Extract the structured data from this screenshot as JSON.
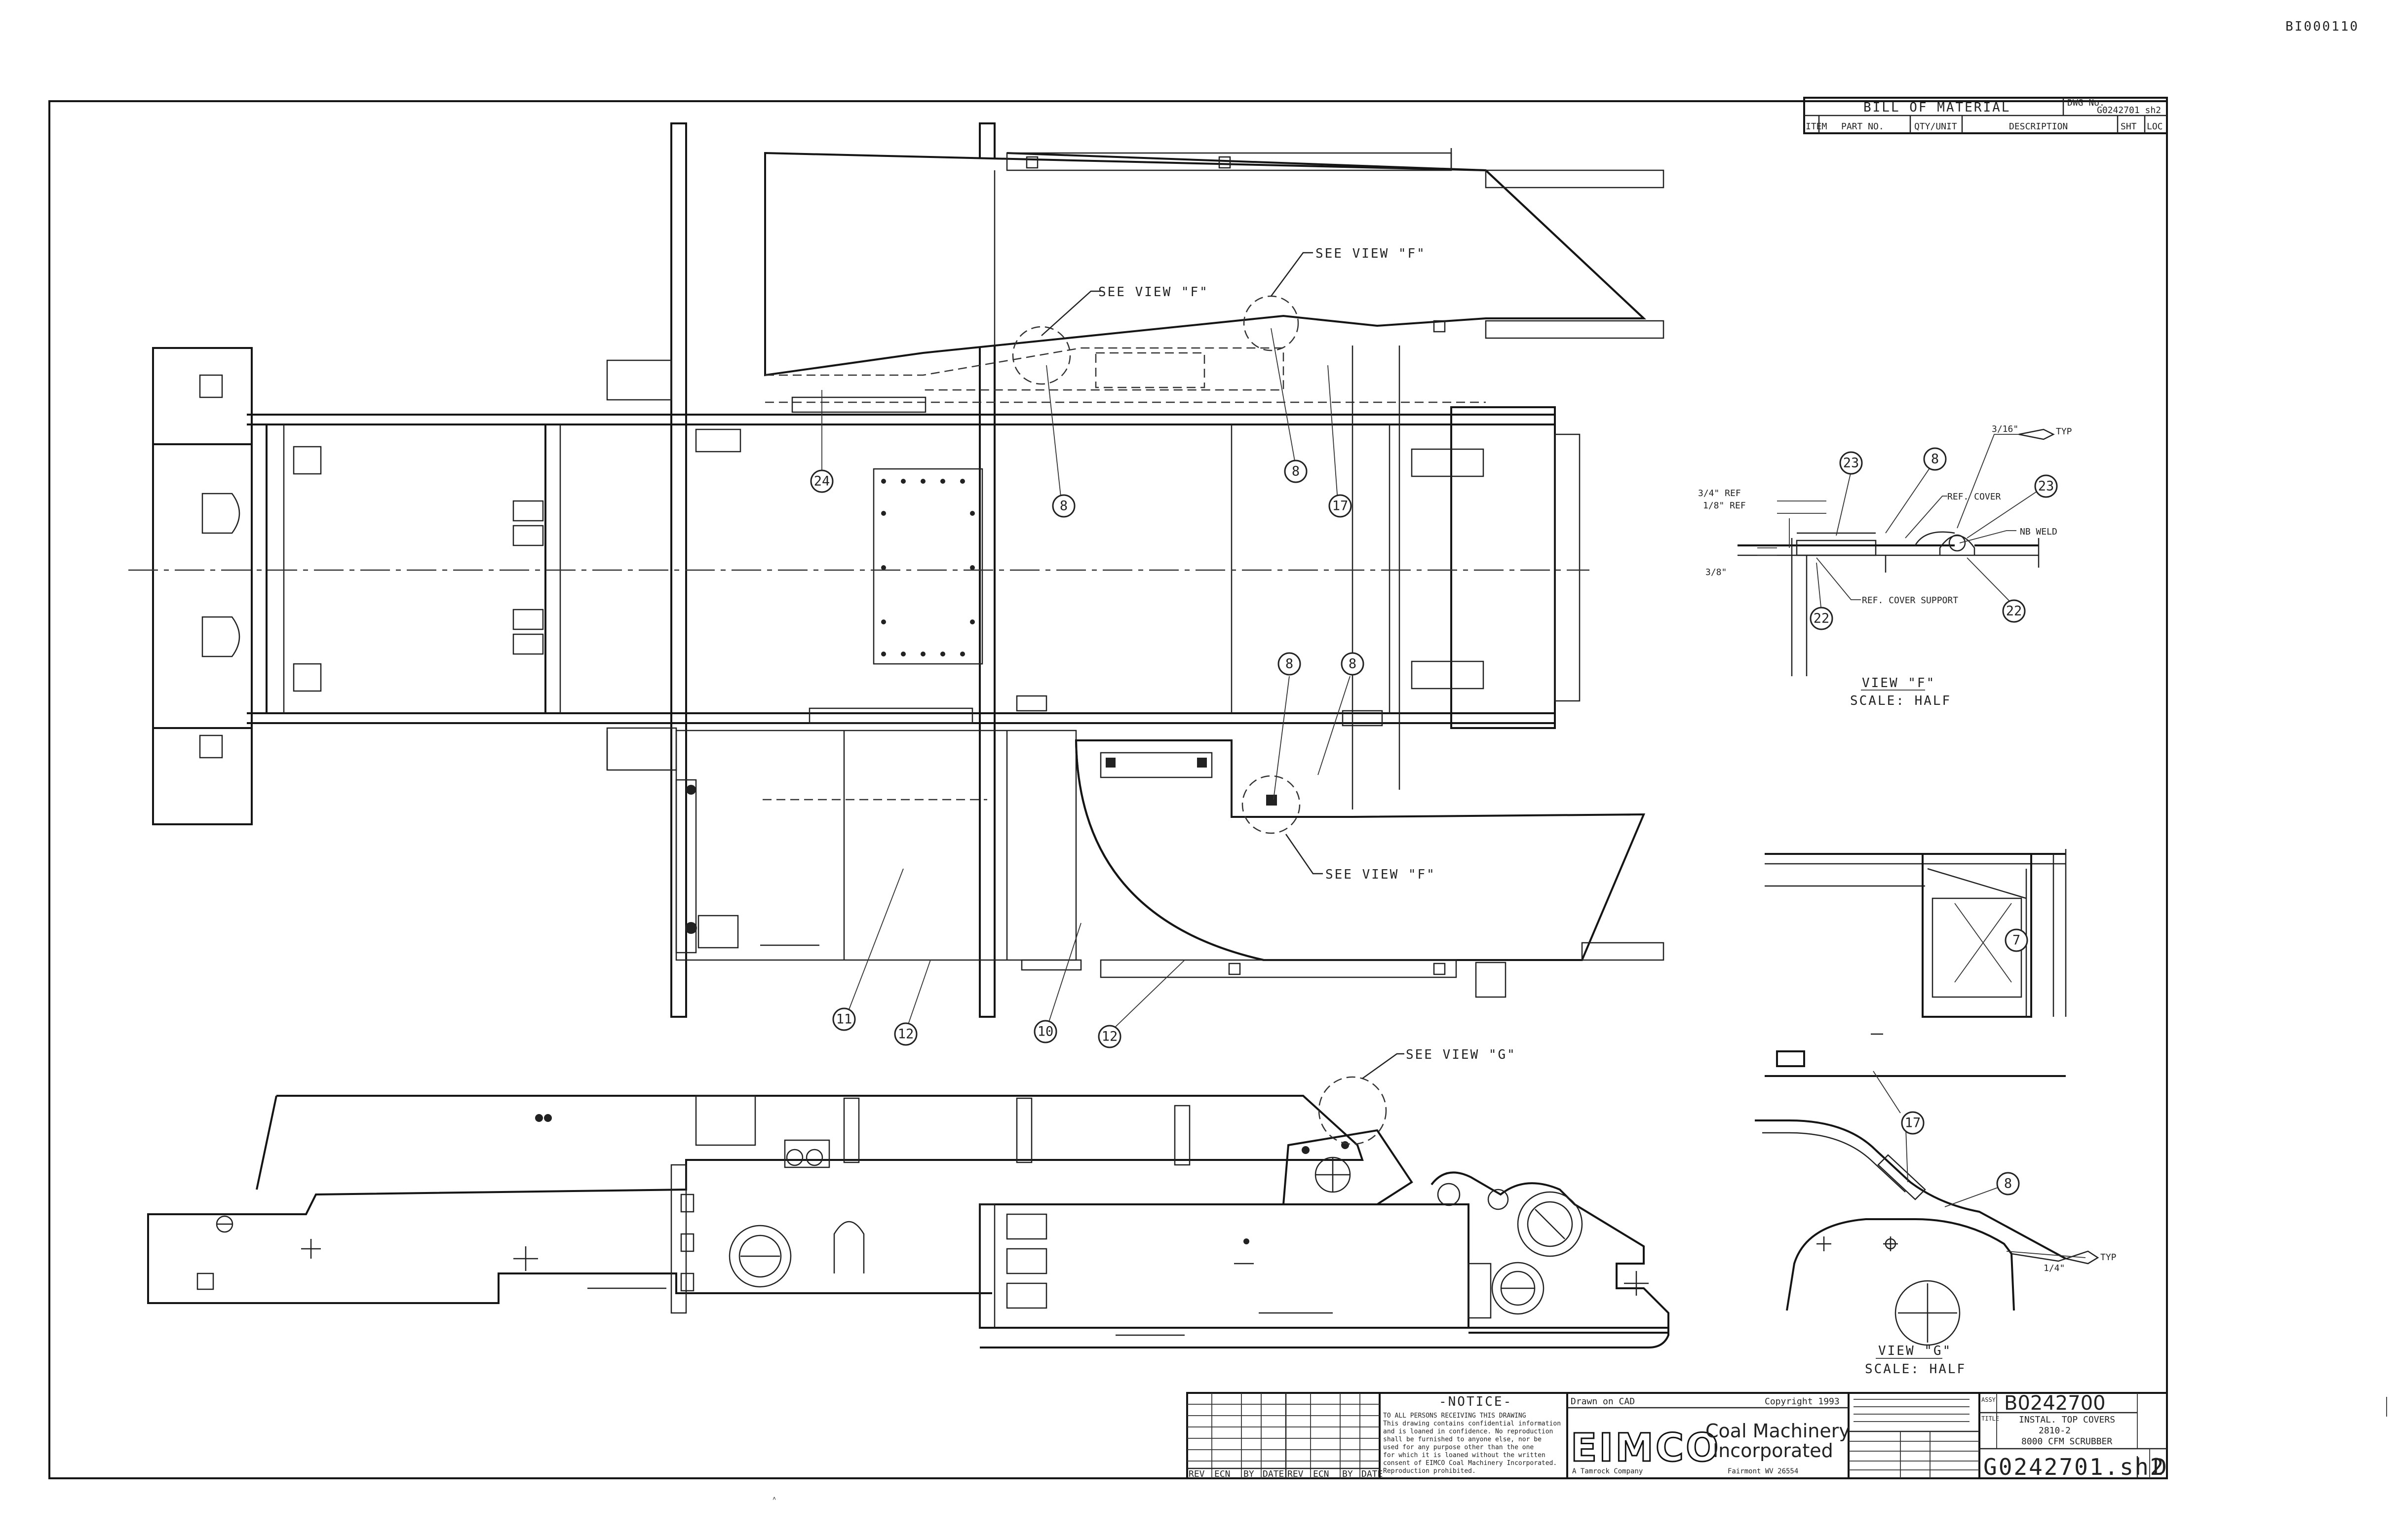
{
  "sheet_id": "BI000110",
  "bom": {
    "title": "BILL OF MATERIAL",
    "dwg_label": "DWG No.",
    "dwg_no": "G0242701 sh2",
    "col_item": "ITEM",
    "col_part": "PART NO.",
    "col_qty": "QTY/UNIT",
    "col_desc": "DESCRIPTION",
    "col_sht": "SHT",
    "col_loc": "LOC"
  },
  "callouts": {
    "see_view_f": "SEE VIEW \"F\"",
    "see_view_g": "SEE VIEW \"G\"",
    "ref_34": "3/4\" REF",
    "ref_18": "1/8\" REF",
    "dim_38": "3/8\"",
    "ref_cover": "REF. COVER",
    "ref_cover_support": "REF. COVER SUPPORT",
    "nb_weld": "NB WELD",
    "weld_a": "3/16\"",
    "weld_b": "1/4\"",
    "typ": "TYP"
  },
  "balloons": [
    "24",
    "8",
    "8",
    "17",
    "8",
    "8",
    "11",
    "12",
    "10",
    "12",
    "23",
    "8",
    "23",
    "22",
    "22",
    "7",
    "17",
    "8"
  ],
  "views": {
    "f_title": "VIEW \"F\"",
    "f_scale": "SCALE: HALF",
    "g_title": "VIEW \"G\"",
    "g_scale": "SCALE: HALF"
  },
  "title_block": {
    "notice_title": "-NOTICE-",
    "notice_lines": [
      "TO ALL PERSONS RECEIVING THIS DRAWING",
      "This drawing contains confidential information",
      "and is loaned in confidence. No reproduction",
      "shall be furnished to anyone else, nor be",
      "used for any purpose other than the one",
      "for which it is loaned without the written",
      "consent of EIMCO Coal Machinery Incorporated.",
      "Reproduction prohibited."
    ],
    "rev_cols": [
      "REV",
      "ECN",
      "BY",
      "DATE"
    ],
    "drawn_on": "Drawn on CAD",
    "copyright": "Copyright 1993",
    "logo": "EIMCO",
    "company_1": "Coal Machinery",
    "company_2": "Incorporated",
    "company_sub": "A Tamrock Company",
    "company_loc": "Fairmont WV 26554",
    "assy_label": "ASSY",
    "assy_no": "B0242700",
    "title_label": "TITLE",
    "title_lines": [
      "INSTAL. TOP COVERS",
      "2810-2",
      "8000 CFM SCRUBBER"
    ],
    "dwg_no": "G0242701.sh2",
    "size": "D"
  }
}
